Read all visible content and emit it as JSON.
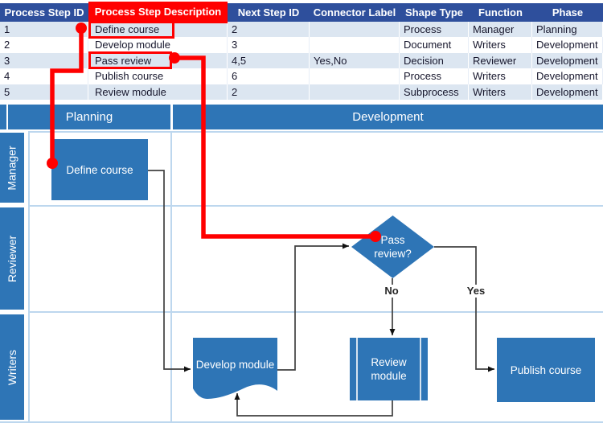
{
  "table": {
    "headers": [
      "Process Step ID",
      "Process Step Description",
      "Next Step ID",
      "Connector Label",
      "Shape Type",
      "Function",
      "Phase"
    ],
    "rows": [
      [
        "1",
        "Define course",
        "2",
        "",
        "Process",
        "Manager",
        "Planning"
      ],
      [
        "2",
        "Develop module",
        "3",
        "",
        "Document",
        "Writers",
        "Development"
      ],
      [
        "3",
        "Pass review",
        "4,5",
        "Yes,No",
        "Decision",
        "Reviewer",
        "Development"
      ],
      [
        "4",
        "Publish course",
        "6",
        "",
        "Process",
        "Writers",
        "Development"
      ],
      [
        "5",
        "Review module",
        "2",
        "",
        "Subprocess",
        "Writers",
        "Development"
      ]
    ]
  },
  "diagram": {
    "phases": [
      {
        "label": "Planning"
      },
      {
        "label": "Development"
      }
    ],
    "lanes": [
      {
        "label": "Manager"
      },
      {
        "label": "Reviewer"
      },
      {
        "label": "Writers"
      }
    ],
    "shapes": [
      {
        "id": "define-course",
        "label": "Define course",
        "type": "Process"
      },
      {
        "id": "pass-review",
        "label": "Pass review?",
        "type": "Decision"
      },
      {
        "id": "develop-module",
        "label": "Develop module",
        "type": "Document"
      },
      {
        "id": "review-module",
        "label": "Review module",
        "type": "Subprocess"
      },
      {
        "id": "publish-course",
        "label": "Publish course",
        "type": "Process"
      }
    ],
    "connector_labels": {
      "no": "No",
      "yes": "Yes"
    }
  },
  "colors": {
    "table_header_bg": "#2E4F9C",
    "highlight_red": "#FF0000",
    "row_stripe": "#DCE6F1",
    "shape_blue": "#2E75B6",
    "lane_border": "#BDD7EE",
    "connector_gray": "#404040"
  }
}
